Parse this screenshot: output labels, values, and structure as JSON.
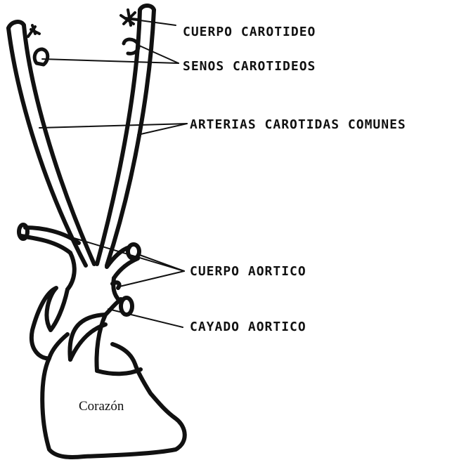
{
  "labels": {
    "carotid_body": "CUERPO CAROTIDEO",
    "carotid_sinuses": "SENOS CAROTIDEOS",
    "common_carotid_arteries": "ARTERIAS CAROTIDAS COMUNES",
    "aortic_body": "CUERPO AORTICO",
    "aortic_arch": "CAYADO AORTICO",
    "heart": "Corazón"
  },
  "colors": {
    "ink": "#111111",
    "background": "#ffffff"
  }
}
